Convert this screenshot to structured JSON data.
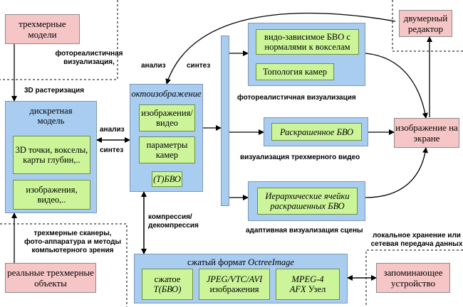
{
  "boxes": {
    "models_3d": "трехмерные модели",
    "discrete_model": "дискретная модель",
    "points_voxels": "3D точки, вокселы, карты глубин,..",
    "images_video_left": "изображения, видео,..",
    "octo_image": "октоизображение",
    "images_video": "изображения/ видео",
    "camera_params": "параметры камер",
    "tbvo": "(Т)БВО",
    "view_dependent": "видо-зависимое БВО с нормалями к вокселам",
    "camera_topology": "Топология камер",
    "colored_bvo": "Раскрашенное БВО",
    "hierarchical": "Иерархические ячейки раскрашенных БВО",
    "screen_image": "изображение на экране",
    "editor_2d": "двумерный редактор",
    "compressed_format_prefix": "сжатый формат ",
    "compressed_format_name": "OctreeImage",
    "compressed_t_top": "сжатое",
    "compressed_t_bottom": "Т(БВО)",
    "jpeg_top": "JPEG/VTC/AVI",
    "jpeg_bottom": "изображения",
    "mpeg_top": "MPEG-4",
    "mpeg_bottom_it": "AFX",
    "mpeg_bottom": " Узел",
    "storage": "запоминающее устройство",
    "real_objects": "реальные трехмерные объекты"
  },
  "labels": {
    "photoreal_left": "фотореалистичная визуализация,",
    "raster_3d": "3D растеризация",
    "analysis_left": "анализ",
    "synthesis_left": "синтез",
    "analysis_top": "анализ",
    "synthesis_top": "синтез",
    "photoreal_right": "фотореалистичная визуализация",
    "video_3d": "визуализация трехмерного видео",
    "adaptive": "адаптивная визуализация сцены",
    "compression": "компрессия/ декомпрессия",
    "scanners": "трехмерные сканеры, фото-аппаратура и методы компьютерного зрения",
    "storage_transfer": "локальное хранение или сетевая передача данных"
  }
}
